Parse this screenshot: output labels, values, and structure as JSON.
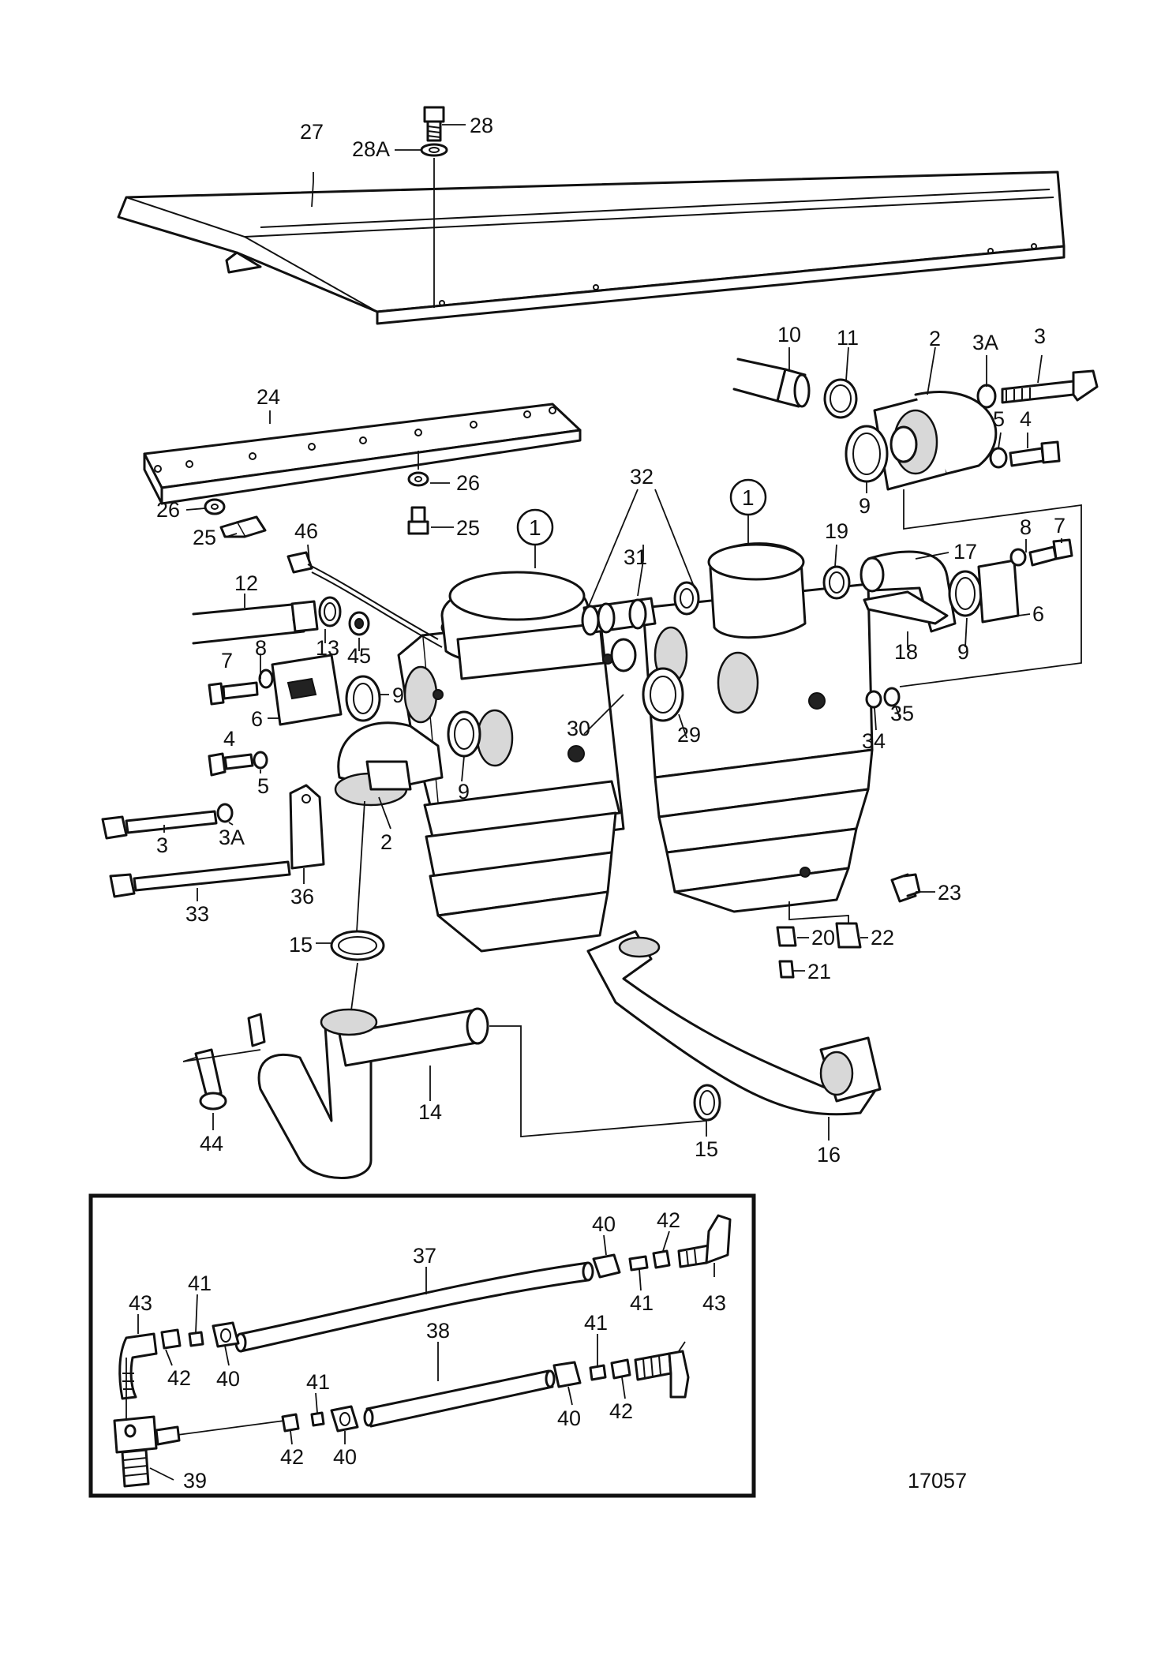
{
  "figure_number": "17057",
  "callouts": [
    {
      "key": "c27",
      "text": "27"
    },
    {
      "key": "c28",
      "text": "28"
    },
    {
      "key": "c28a",
      "text": "28A"
    },
    {
      "key": "c10",
      "text": "10"
    },
    {
      "key": "c11",
      "text": "11"
    },
    {
      "key": "c2_top",
      "text": "2"
    },
    {
      "key": "c3a_top",
      "text": "3A"
    },
    {
      "key": "c3_top",
      "text": "3"
    },
    {
      "key": "c5_top",
      "text": "5"
    },
    {
      "key": "c4_top",
      "text": "4"
    },
    {
      "key": "c9_top",
      "text": "9"
    },
    {
      "key": "c24",
      "text": "24"
    },
    {
      "key": "c26_left",
      "text": "26"
    },
    {
      "key": "c26_mid",
      "text": "26"
    },
    {
      "key": "c25_left",
      "text": "25"
    },
    {
      "key": "c25_mid",
      "text": "25"
    },
    {
      "key": "c32",
      "text": "32"
    },
    {
      "key": "c1_left",
      "text": "1"
    },
    {
      "key": "c1_right",
      "text": "1"
    },
    {
      "key": "c46",
      "text": "46"
    },
    {
      "key": "c12",
      "text": "12"
    },
    {
      "key": "c31",
      "text": "31"
    },
    {
      "key": "c19",
      "text": "19"
    },
    {
      "key": "c8_right",
      "text": "8"
    },
    {
      "key": "c7_right",
      "text": "7"
    },
    {
      "key": "c17",
      "text": "17"
    },
    {
      "key": "c13",
      "text": "13"
    },
    {
      "key": "c45",
      "text": "45"
    },
    {
      "key": "c18",
      "text": "18"
    },
    {
      "key": "c9_right",
      "text": "9"
    },
    {
      "key": "c6_right",
      "text": "6"
    },
    {
      "key": "c7_left",
      "text": "7"
    },
    {
      "key": "c8_left",
      "text": "8"
    },
    {
      "key": "c9_left",
      "text": "9"
    },
    {
      "key": "c6_left",
      "text": "6"
    },
    {
      "key": "c30",
      "text": "30"
    },
    {
      "key": "c29",
      "text": "29"
    },
    {
      "key": "c34",
      "text": "34"
    },
    {
      "key": "c35",
      "text": "35"
    },
    {
      "key": "c4_left",
      "text": "4"
    },
    {
      "key": "c5_left",
      "text": "5"
    },
    {
      "key": "c9_mid",
      "text": "9"
    },
    {
      "key": "c3_left",
      "text": "3"
    },
    {
      "key": "c3a_left",
      "text": "3A"
    },
    {
      "key": "c2_left",
      "text": "2"
    },
    {
      "key": "c33",
      "text": "33"
    },
    {
      "key": "c36",
      "text": "36"
    },
    {
      "key": "c23",
      "text": "23"
    },
    {
      "key": "c20",
      "text": "20"
    },
    {
      "key": "c22",
      "text": "22"
    },
    {
      "key": "c21",
      "text": "21"
    },
    {
      "key": "c15_left",
      "text": "15"
    },
    {
      "key": "c14",
      "text": "14"
    },
    {
      "key": "c44",
      "text": "44"
    },
    {
      "key": "c15_right",
      "text": "15"
    },
    {
      "key": "c16",
      "text": "16"
    },
    {
      "key": "c40_top",
      "text": "40"
    },
    {
      "key": "c42_top",
      "text": "42"
    },
    {
      "key": "c37",
      "text": "37"
    },
    {
      "key": "c41_top",
      "text": "41"
    },
    {
      "key": "c43_right",
      "text": "43"
    },
    {
      "key": "c43_left",
      "text": "43"
    },
    {
      "key": "c41_left",
      "text": "41"
    },
    {
      "key": "c42_left",
      "text": "42"
    },
    {
      "key": "c40_left",
      "text": "40"
    },
    {
      "key": "c38",
      "text": "38"
    },
    {
      "key": "c41_mid",
      "text": "41"
    },
    {
      "key": "c40_mid",
      "text": "40"
    },
    {
      "key": "c42_mid",
      "text": "42"
    },
    {
      "key": "c41_low",
      "text": "41"
    },
    {
      "key": "c42_low",
      "text": "42"
    },
    {
      "key": "c40_low",
      "text": "40"
    },
    {
      "key": "c39",
      "text": "39"
    }
  ]
}
